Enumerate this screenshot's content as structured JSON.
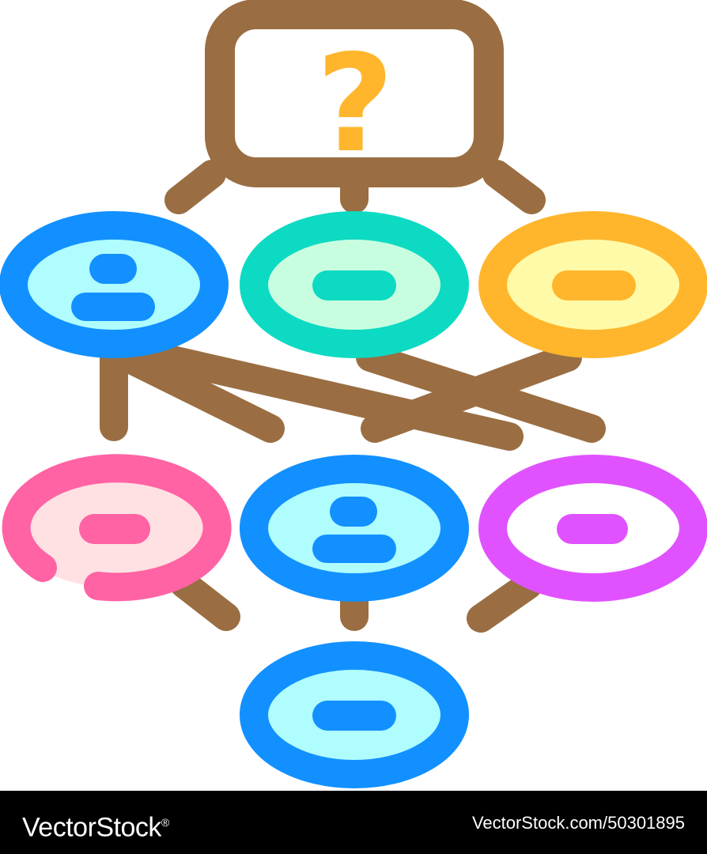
{
  "illustration": {
    "question_glyph": "?",
    "colors": {
      "connector": "#9a6e42",
      "question_mark": "#ffb62c",
      "node_blue_ring": "#1290ff",
      "node_blue_fill": "#b0fdff",
      "node_teal_ring": "#0ddac2",
      "node_teal_fill": "#c8fee0",
      "node_yellow_ring": "#ffb62c",
      "node_yellow_fill": "#fffaa8",
      "node_pink_ring": "#ff63a4",
      "node_pink_fill": "#ffe1e3",
      "node_purple_ring": "#e052ff",
      "node_purple_fill": "#ffffff"
    },
    "nodes": [
      {
        "id": "top-left",
        "icon": "person-icon"
      },
      {
        "id": "top-center",
        "icon": "dash-icon"
      },
      {
        "id": "top-right",
        "icon": "dash-icon"
      },
      {
        "id": "middle-left",
        "icon": "dash-icon"
      },
      {
        "id": "middle-center",
        "icon": "person-icon"
      },
      {
        "id": "middle-right",
        "icon": "dash-icon"
      },
      {
        "id": "bottom-center",
        "icon": "dash-icon"
      }
    ]
  },
  "footer": {
    "brand": "VectorStock",
    "registered_mark": "®",
    "image_id": "VectorStock.com/50301895"
  }
}
